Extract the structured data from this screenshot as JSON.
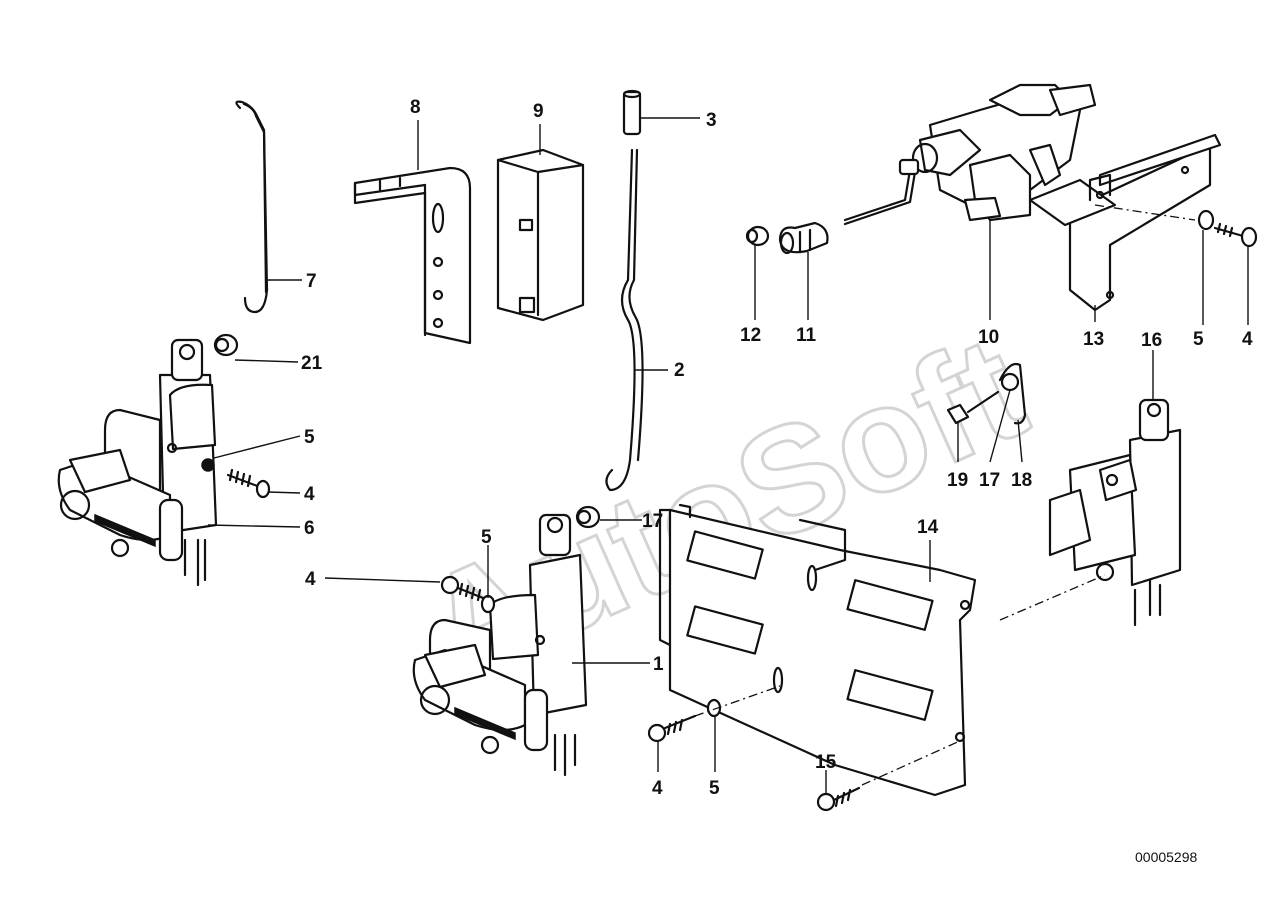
{
  "watermark": "AutoSoft",
  "document_number": "00005298",
  "callouts": {
    "c1": "1",
    "c2": "2",
    "c3": "3",
    "c4a": "4",
    "c4b": "4",
    "c4c": "4",
    "c4d": "4",
    "c5a": "5",
    "c5b": "5",
    "c5c": "5",
    "c5d": "5",
    "c6": "6",
    "c7": "7",
    "c8": "8",
    "c9": "9",
    "c10": "10",
    "c11": "11",
    "c12": "12",
    "c13": "13",
    "c14": "14",
    "c15": "15",
    "c16": "16",
    "c17a": "17",
    "c17b": "17",
    "c18": "18",
    "c19": "19",
    "c21": "21"
  }
}
